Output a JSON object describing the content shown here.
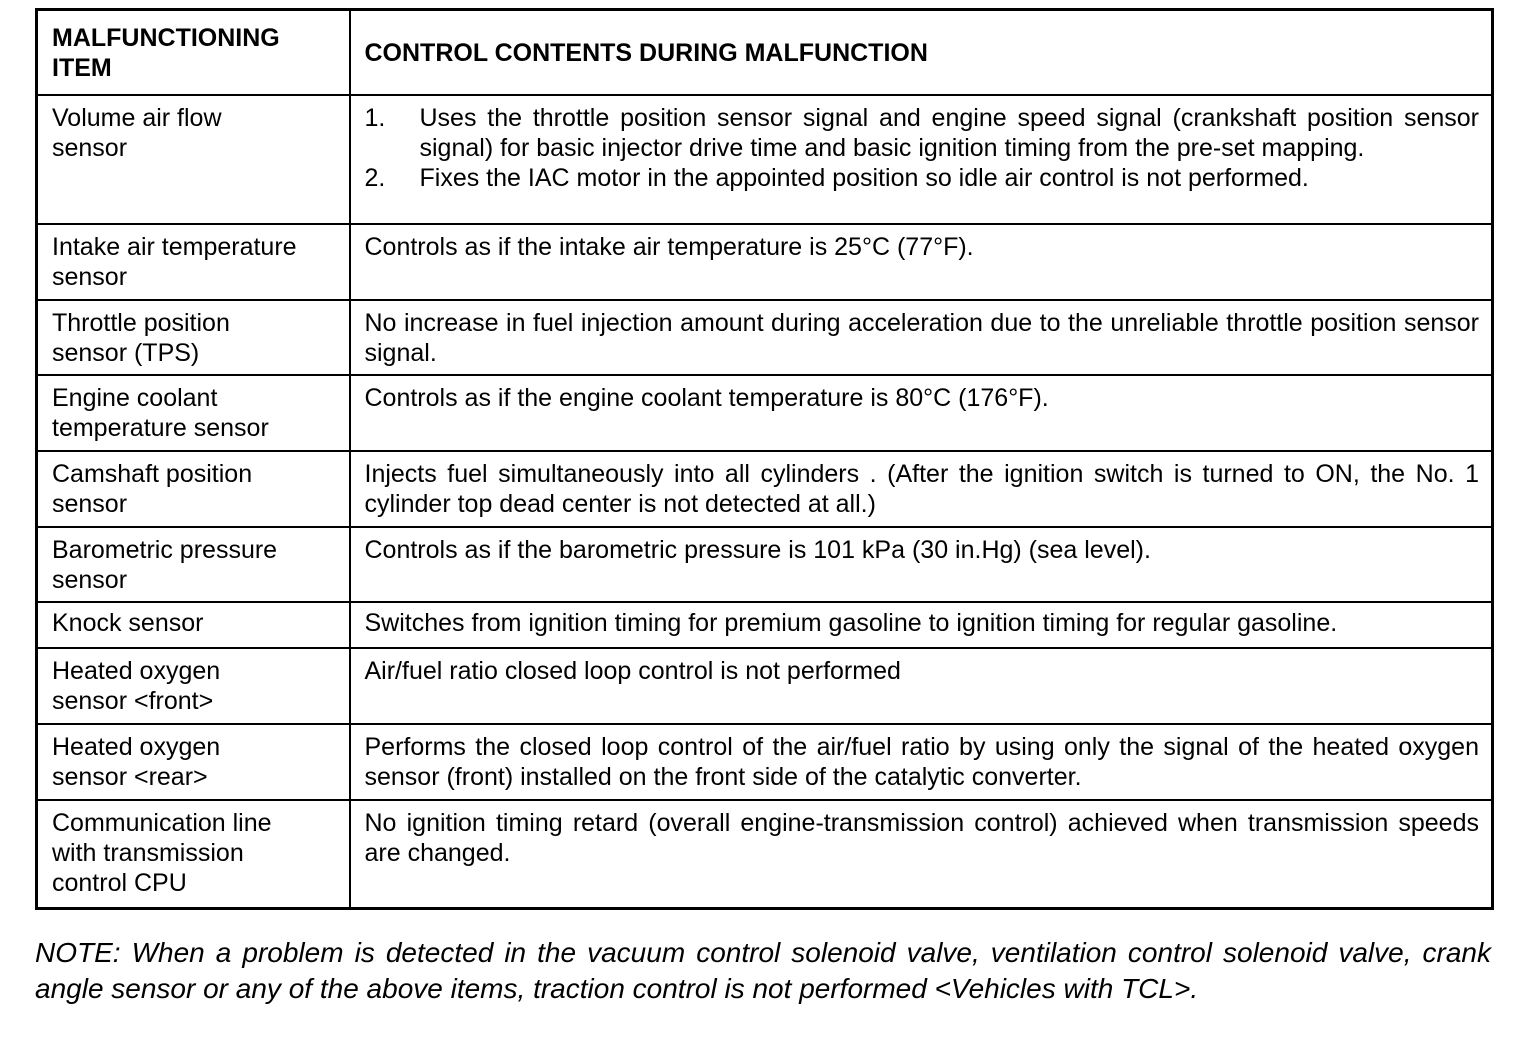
{
  "document": {
    "paper_color": "#ffffff",
    "ink_color": "#000000"
  },
  "table": {
    "headers": [
      "MALFUNCTIONING\nITEM",
      "CONTROL CONTENTS DURING MALFUNCTION"
    ],
    "rows": [
      {
        "item": "Volume air flow\nsensor",
        "list": [
          {
            "num": "1.",
            "text": "Uses the throttle position sensor signal and engine speed signal (crankshaft position sensor signal) for basic injector drive time and basic ignition timing from the pre-set mapping."
          },
          {
            "num": "2.",
            "text": "Fixes the IAC motor in the appointed position so idle air control is not performed."
          }
        ]
      },
      {
        "item": "Intake air temperature\nsensor",
        "content": "Controls as if the intake air temperature is 25°C (77°F)."
      },
      {
        "item": "Throttle position\nsensor (TPS)",
        "content": "No increase in fuel injection amount during acceleration due to the unreliable throttle position sensor signal."
      },
      {
        "item": "Engine coolant\ntemperature sensor",
        "content": "Controls as if the engine coolant temperature is 80°C (176°F)."
      },
      {
        "item": "Camshaft position\nsensor",
        "content": "Injects fuel simultaneously into all cylinders . (After the ignition switch is turned to ON, the No. 1 cylinder top dead center is not detected at all.)"
      },
      {
        "item": "Barometric pressure\nsensor",
        "content": "Controls as if the barometric pressure is 101 kPa (30 in.Hg) (sea level)."
      },
      {
        "item": "Knock sensor",
        "content": "Switches from ignition timing for premium gasoline to ignition timing for regular gasoline."
      },
      {
        "item": "Heated oxygen\nsensor <front>",
        "content": "Air/fuel ratio closed loop control is not performed"
      },
      {
        "item": "Heated oxygen\nsensor <rear>",
        "content": "Performs the closed loop control of the air/fuel ratio by using only the signal of the heated oxygen sensor (front) installed on the front side of the catalytic converter."
      },
      {
        "item": "Communication line\nwith transmission\ncontrol CPU",
        "content": "No ignition timing retard (overall engine-transmission control) achieved when transmission speeds are changed."
      }
    ]
  },
  "note": "NOTE: When a problem is detected in the vacuum control solenoid valve, ventilation control solenoid valve, crank angle sensor or any of the above items, traction control is not performed <Vehicles with TCL>."
}
